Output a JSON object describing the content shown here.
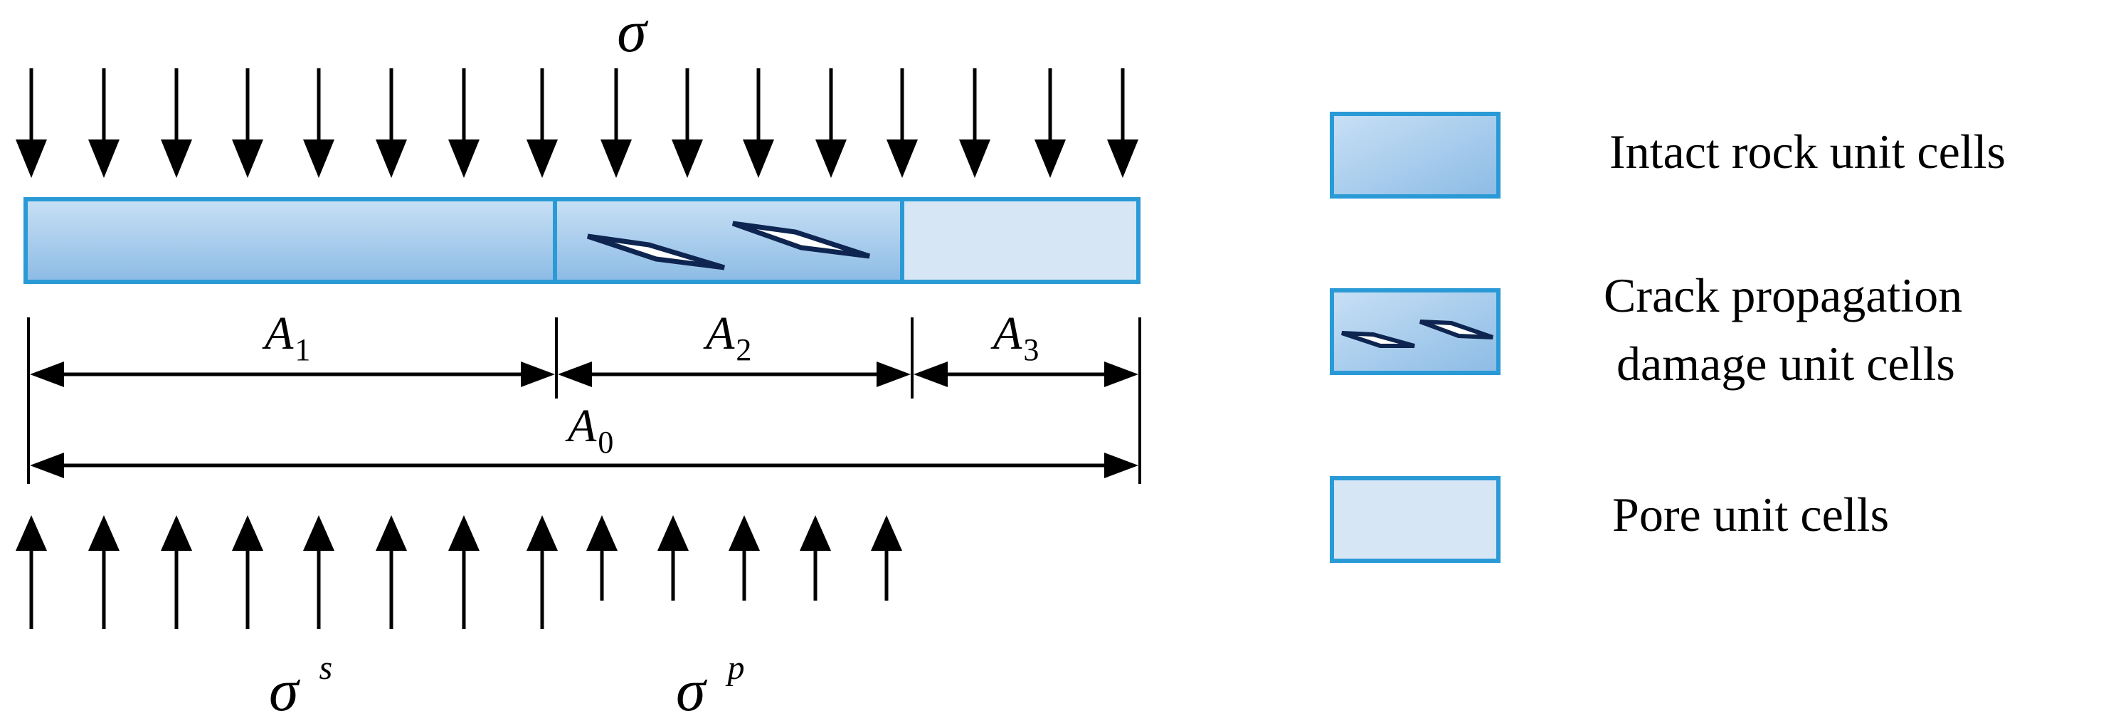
{
  "labels": {
    "sigma_top": "σ",
    "sigma_s_base": "σ",
    "sigma_s_sup": "s",
    "sigma_p_base": "σ",
    "sigma_p_sup": "p",
    "A1_base": "A",
    "A1_sub": "1",
    "A2_base": "A",
    "A2_sub": "2",
    "A3_base": "A",
    "A3_sub": "3",
    "A0_base": "A",
    "A0_sub": "0"
  },
  "legend": {
    "intact": "Intact rock unit cells",
    "crack_line1": "Crack propagation",
    "crack_line2": "damage unit cells",
    "pore": "Pore unit cells"
  },
  "colors": {
    "cell_border": "#2a9ad6",
    "intact_light": "#c5ddf3",
    "intact_dark": "#8ebde6",
    "pore_fill": "#d6e6f5",
    "crack_stroke": "#0d2550",
    "ink": "#000000"
  }
}
